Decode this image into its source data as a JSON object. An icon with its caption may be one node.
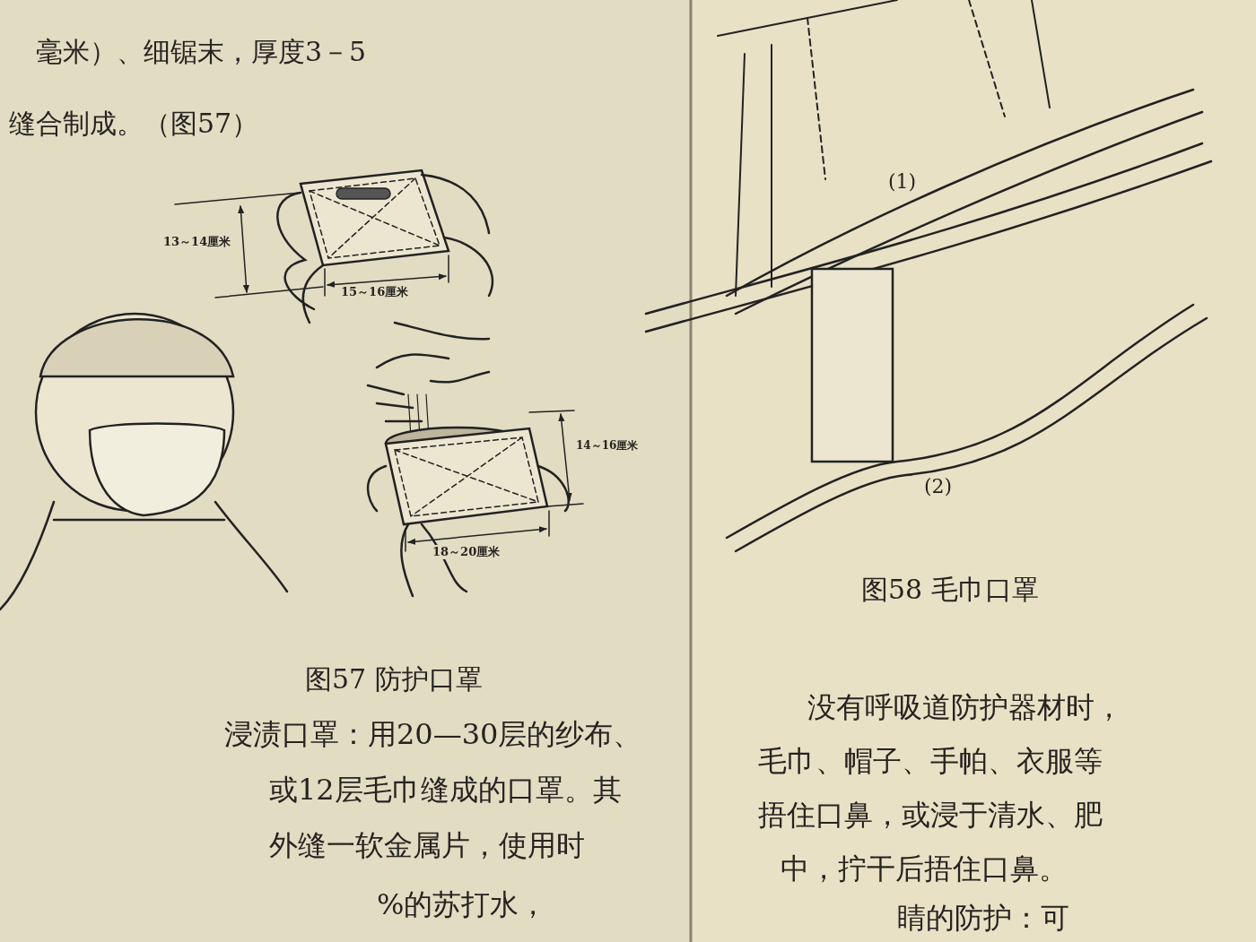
{
  "diagram": {
    "labels": [
      "毫米）、细锯末，厚度3－5",
      "缝合制成。（图57）",
      "13～14厘米",
      "15～16厘米",
      "14～16厘米",
      "18～20厘米",
      "图57 防护口罩",
      "浸渍口罩：用20—30层的纱布、",
      "或12层毛巾缝成的口罩。其",
      "外缝一软金属片，使用时",
      "%的苏打水，",
      "(1)",
      "(2)",
      "图58 毛巾口罩",
      "没有呼吸道防护器材时，",
      "毛巾、帽子、手帕、衣服等",
      "捂住口鼻，或浸于清水、肥",
      "中，拧干后捂住口鼻。",
      "睛的防护：可"
    ]
  }
}
